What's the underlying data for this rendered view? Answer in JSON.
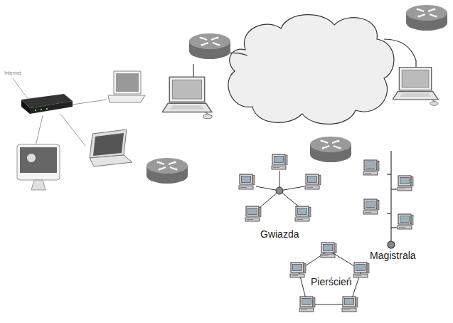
{
  "diagram": {
    "labels": [
      "Internet",
      "Gwiazda",
      "Magistrala",
      "Pierścień"
    ]
  }
}
